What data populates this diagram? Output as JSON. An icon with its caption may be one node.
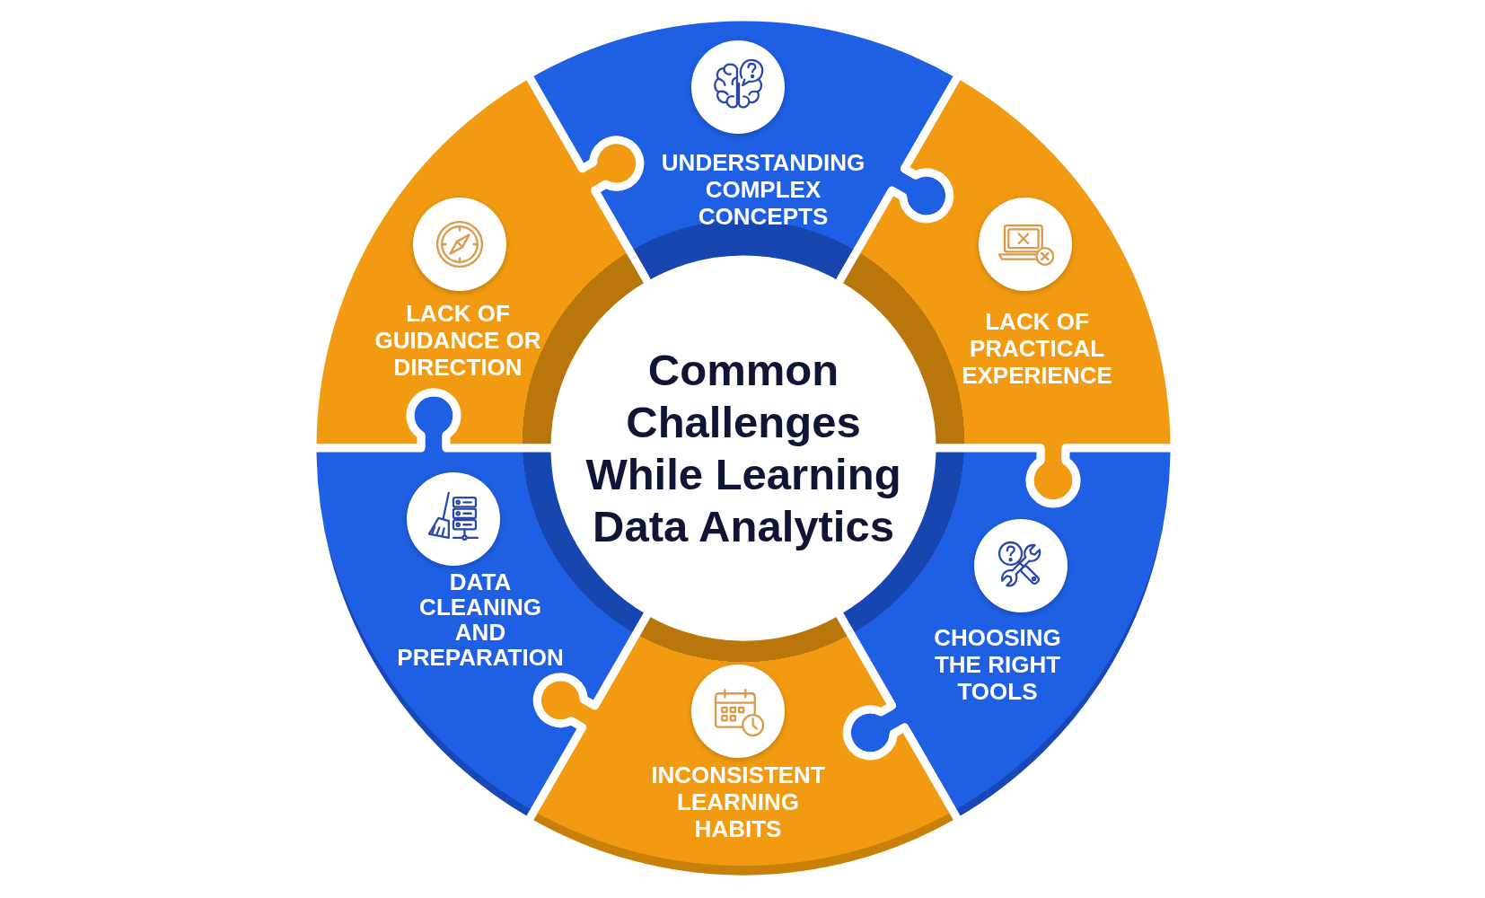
{
  "diagram": {
    "nodes": [
      {
        "text": [
          "Common Challenges While Learning Data Analytics"
        ]
      },
      {
        "text": [
          "UNDERSTANDING COMPLEX CONCEPTS"
        ]
      },
      {
        "text": [
          "LACK OF PRACTICAL EXPERIENCE"
        ]
      },
      {
        "text": [
          "CHOOSING THE RIGHT TOOLS"
        ]
      },
      {
        "text": [
          "INCONSISTENT LEARNING HABITS"
        ]
      },
      {
        "text": [
          "DATA CLEANING AND PREPARATION"
        ]
      },
      {
        "text": [
          "LACK OF GUIDANCE OR DIRECTION"
        ]
      }
    ]
  }
}
